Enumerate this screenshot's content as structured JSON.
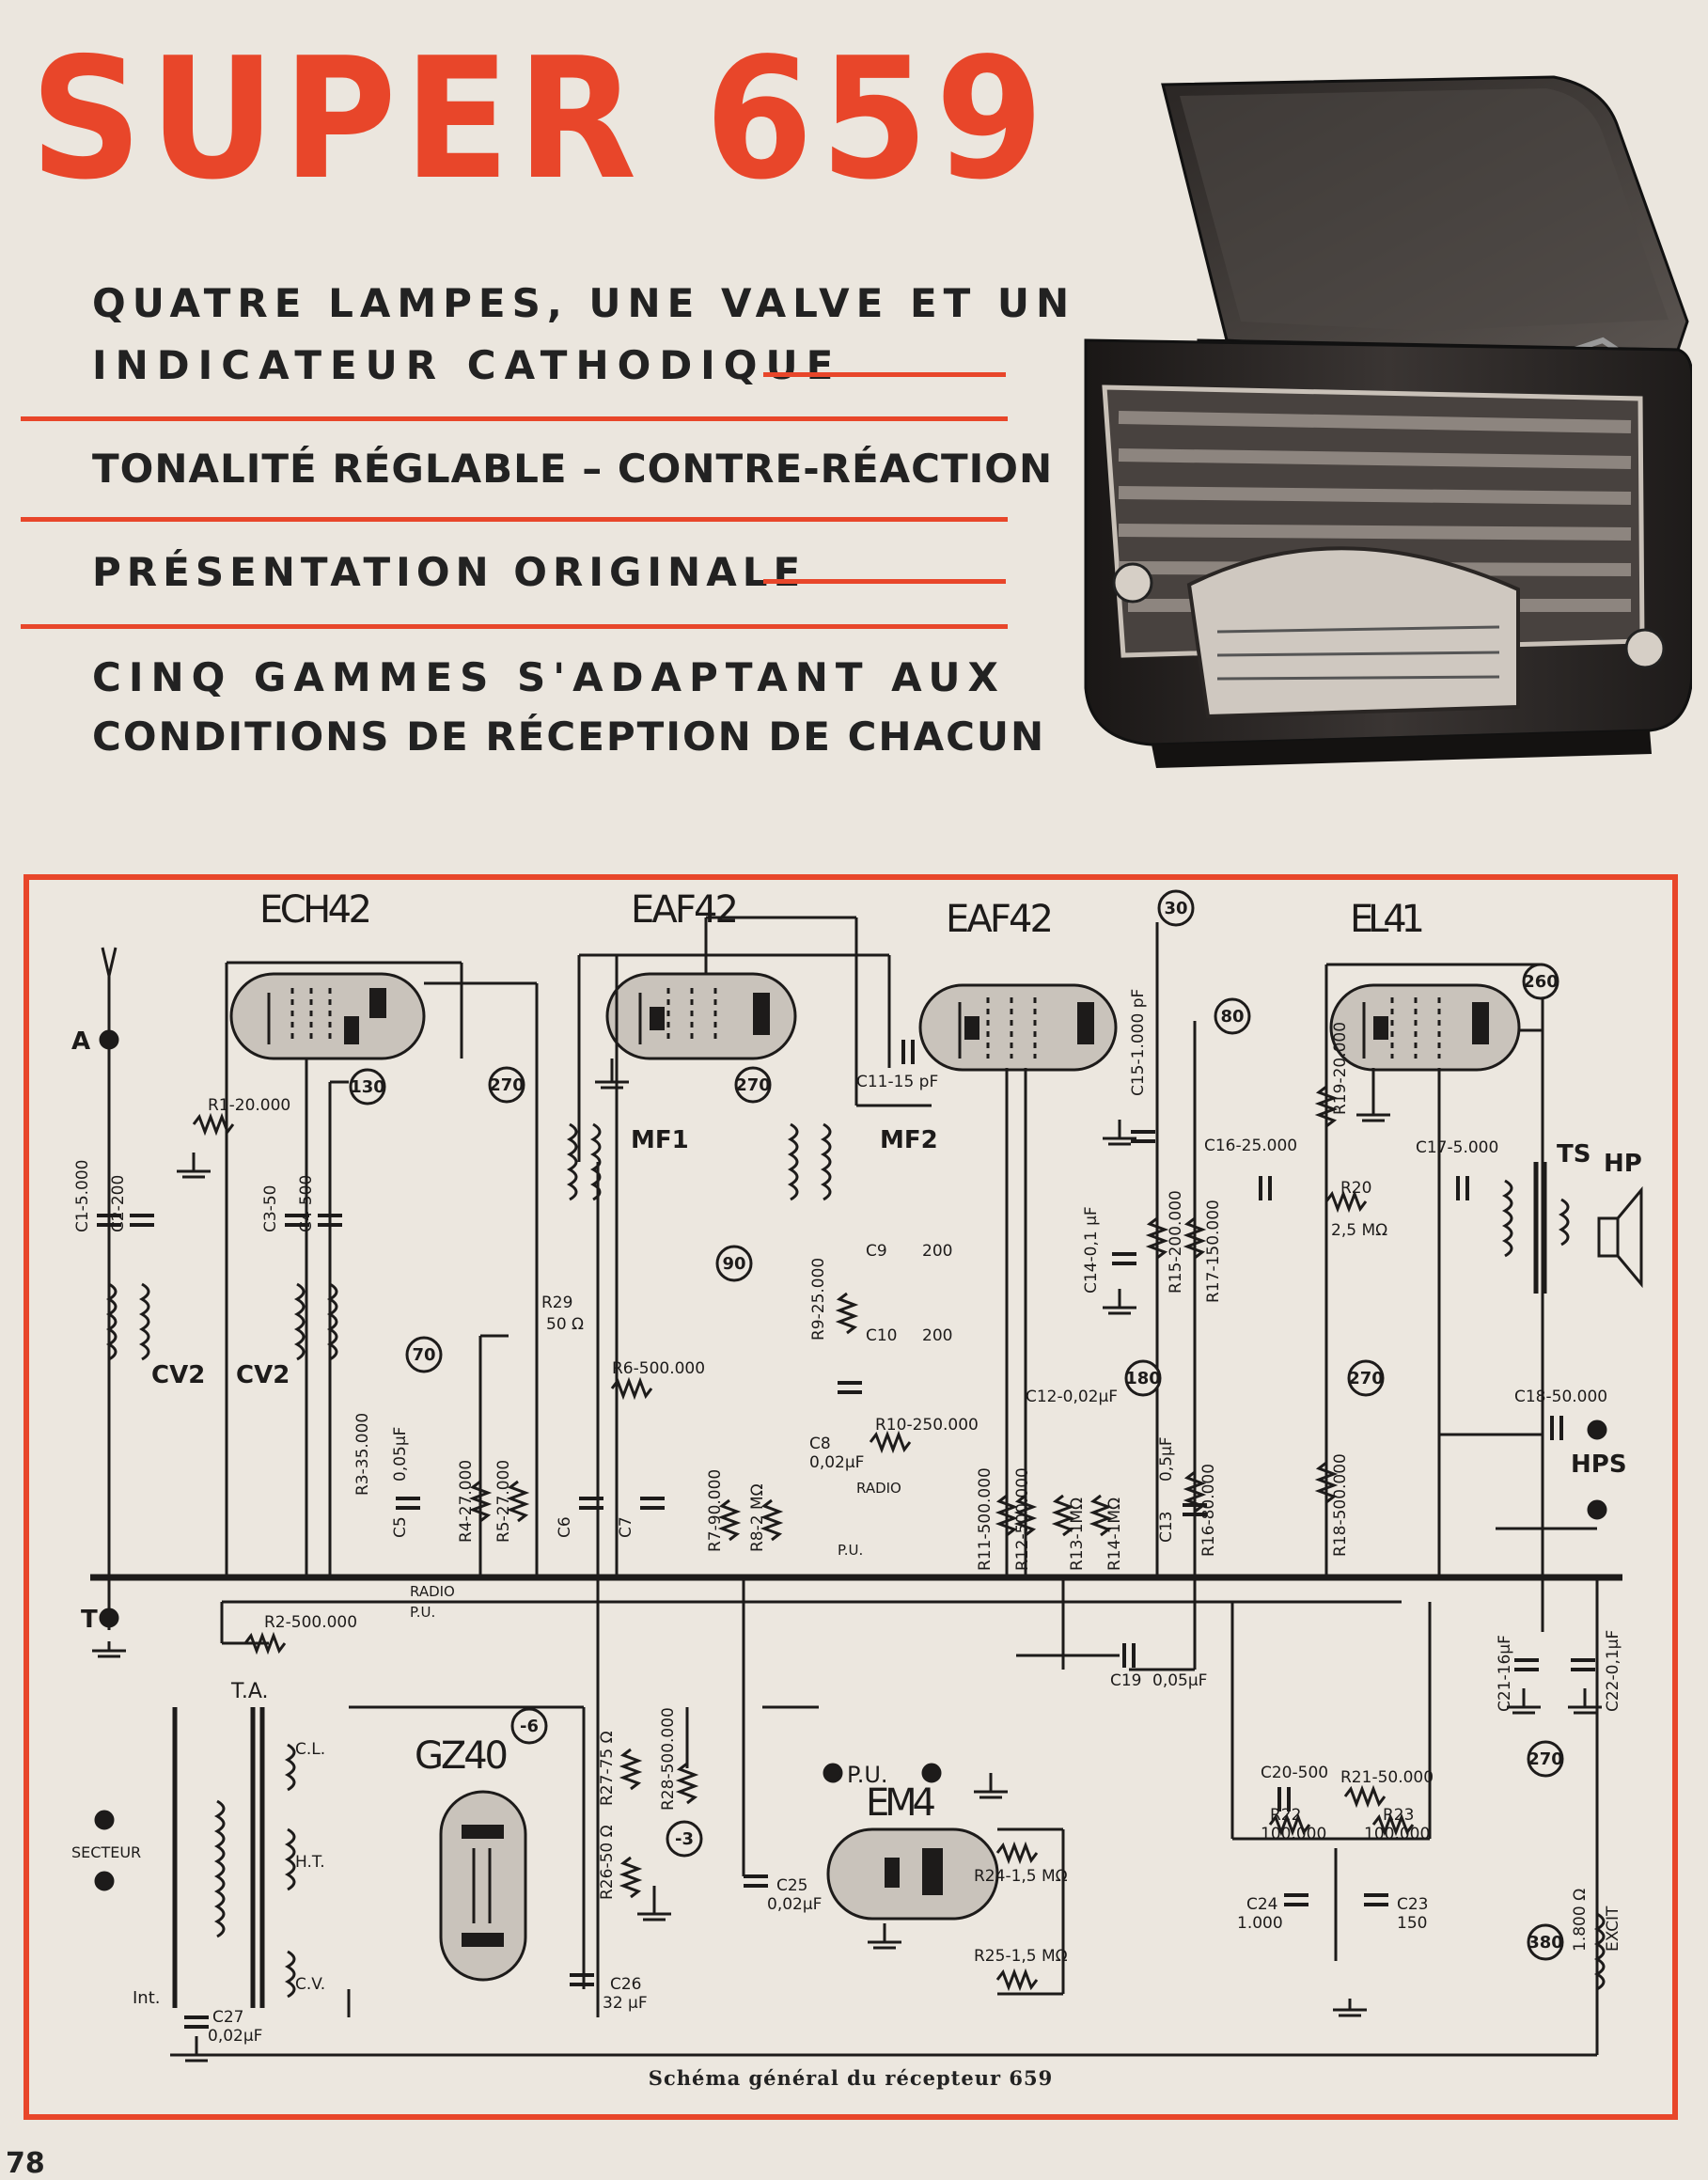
{
  "header": {
    "title": "SUPER 659"
  },
  "features": [
    "QUATRE LAMPES, UNE VALVE ET UN",
    "INDICATEUR CATHODIQUE",
    "TONALITÉ RÉGLABLE – CONTRE-RÉACTION",
    "PRÉSENTATION ORIGINALE",
    "CINQ GAMMES S'ADAPTANT AUX",
    "CONDITIONS DE RÉCEPTION DE CHACUN"
  ],
  "schematic": {
    "tubes": [
      "ECH42",
      "EAF42",
      "EAF42",
      "EL41",
      "GZ40",
      "EM4"
    ],
    "test_points": [
      "30",
      "80",
      "260",
      "130",
      "270",
      "270",
      "90",
      "70",
      "180",
      "270",
      "-6",
      "-3",
      "270",
      "380"
    ],
    "components": [
      "R1-20.000",
      "C1-5.000",
      "C2-200",
      "C3-50",
      "C4-500",
      "R3-35.000",
      "C5",
      "0,05µF",
      "R4-27.000",
      "R5-27.000",
      "C6",
      "C7",
      "R6-500.000",
      "R29",
      "50 Ω",
      "R7-90.000",
      "R8-2 MΩ",
      "C11-15 pF",
      "C9",
      "200",
      "R9-25.000",
      "C10",
      "200",
      "R10-250.000",
      "C8",
      "0,02µF",
      "C12-0,02µF",
      "C15-1.000 pF",
      "C14-0,1 µF",
      "R15-200.000",
      "R17-150.000",
      "C16-25.000",
      "R19-20.000",
      "C17-5.000",
      "R20",
      "2,5 MΩ",
      "C18-50.000",
      "R11-500.000",
      "R12-500.000",
      "R13-1MΩ",
      "R14-1MΩ",
      "C13",
      "0,5µF",
      "R16-80.000",
      "R18-500.000",
      "R2-500.000",
      "C19",
      "0,05µF",
      "C21-16µF",
      "C22-0,1µF",
      "R27-75 Ω",
      "R28-500.000",
      "R26-50 Ω",
      "C26",
      "32 µF",
      "C25",
      "0,02µF",
      "R24-1,5 MΩ",
      "R25-1,5 MΩ",
      "C20-500",
      "R21-50.000",
      "R22",
      "100.000",
      "R23",
      "100.000",
      "C24",
      "1.000",
      "C23",
      "150",
      "C27",
      "0,02µF",
      "1.800 Ω"
    ],
    "labels": [
      "A",
      "T",
      "MF1",
      "MF2",
      "CV2",
      "CV2",
      "TS",
      "HP",
      "HPS",
      "RADIO",
      "RADIO",
      "P.U.",
      "P.U.",
      "P.U.",
      "T.A.",
      "C.L.",
      "H.T.",
      "C.V.",
      "SECTEUR",
      "Int.",
      "EXCIT"
    ],
    "caption": "Schéma général du récepteur 659"
  },
  "page_number": "78",
  "colors": {
    "accent": "#e8462a",
    "paper": "#ebe6de",
    "ink": "#1d1b1a"
  }
}
